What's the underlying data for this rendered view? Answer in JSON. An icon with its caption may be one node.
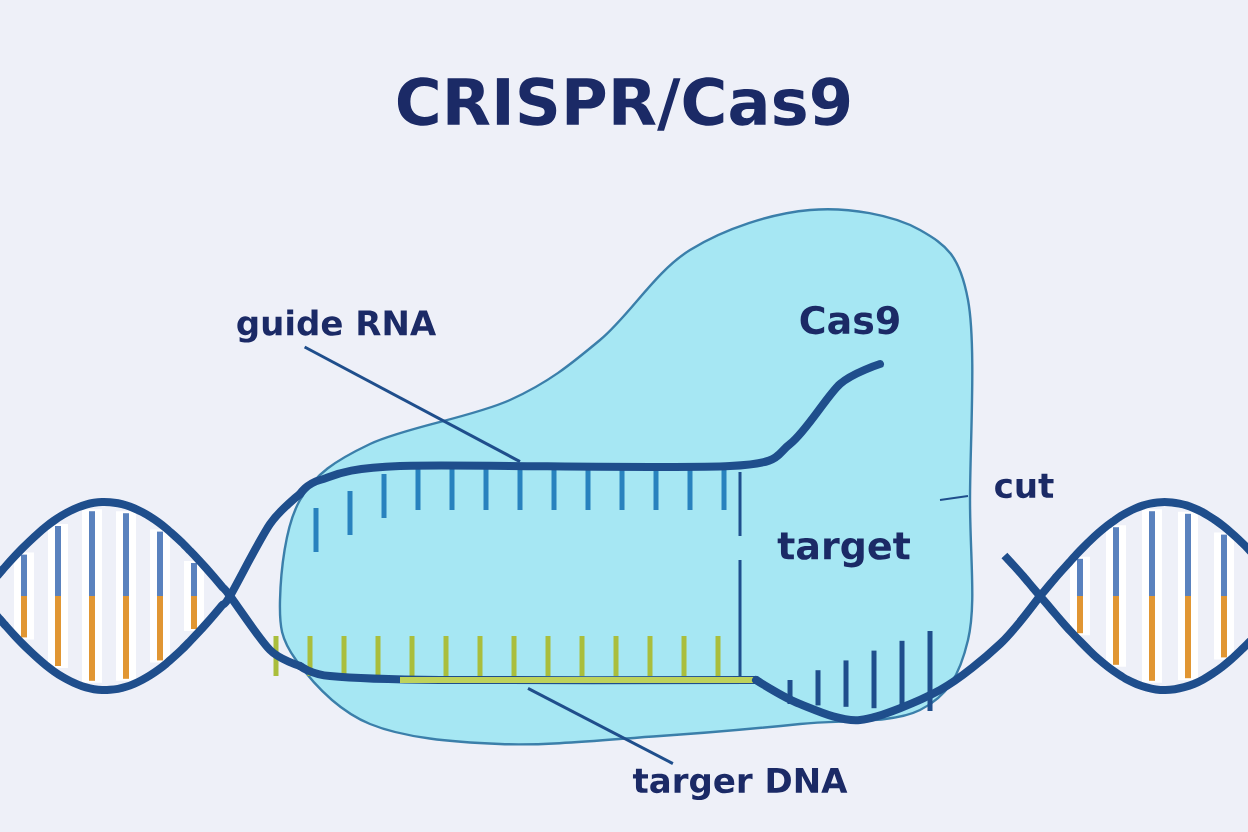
{
  "diagram": {
    "title": "CRISPR/Cas9",
    "nodes": [
      {
        "text": [
          "Cas9"
        ]
      },
      {
        "text": [
          "guide RNA"
        ]
      },
      {
        "text": [
          "targer DNA"
        ]
      },
      {
        "text": [],
        "shape": "picture",
        "in": 0
      },
      {
        "text": [],
        "shape": "picture",
        "in": 0
      }
    ],
    "edges": [
      {
        "from": 1,
        "to": 3,
        "arrow": "none"
      },
      {
        "from": 2,
        "to": 4,
        "arrow": "none"
      }
    ],
    "labels": [
      "target",
      "cut"
    ]
  }
}
